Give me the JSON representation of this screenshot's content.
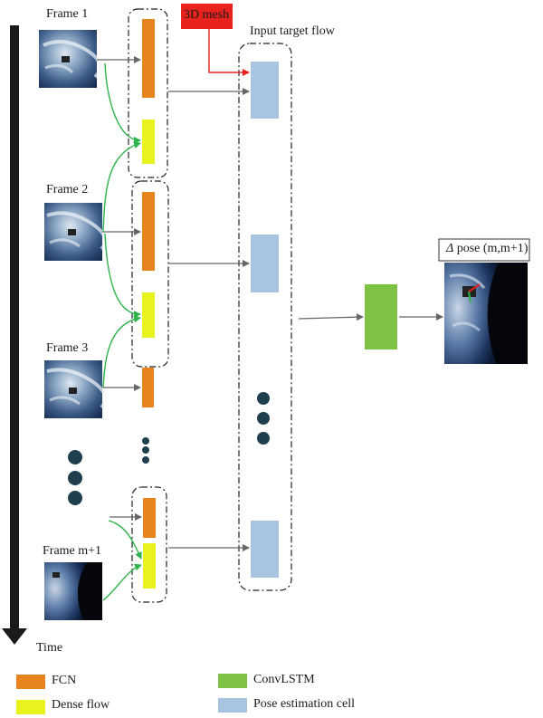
{
  "frames": [
    {
      "label": "Frame 1"
    },
    {
      "label": "Frame 2"
    },
    {
      "label": "Frame 3"
    },
    {
      "label": "Frame m+1"
    }
  ],
  "mesh_label": "3D mesh",
  "input_flow_label": "Input target flow",
  "output_label_symbol": "Δ",
  "output_label_text": "pose (m,m+1)",
  "time_label": "Time",
  "legend": [
    {
      "label": "FCN",
      "color": "#E8841E"
    },
    {
      "label": "Dense flow",
      "color": "#EAF21E"
    },
    {
      "label": "ConvLSTM",
      "color": "#7DC242"
    },
    {
      "label": "Pose estimation cell",
      "color": "#A9C4E0"
    }
  ],
  "colors": {
    "fcn": "#E8841E",
    "dense_flow": "#EAF21E",
    "convlstm": "#7DC242",
    "pose_cell": "#A9C4E0",
    "mesh": "#E8231E",
    "arrow_gray": "#666666",
    "arrow_green": "#2DB34A",
    "arrow_red": "#E8231E",
    "dots": "#1F3F4F",
    "time_axis": "#1a1a1a"
  }
}
